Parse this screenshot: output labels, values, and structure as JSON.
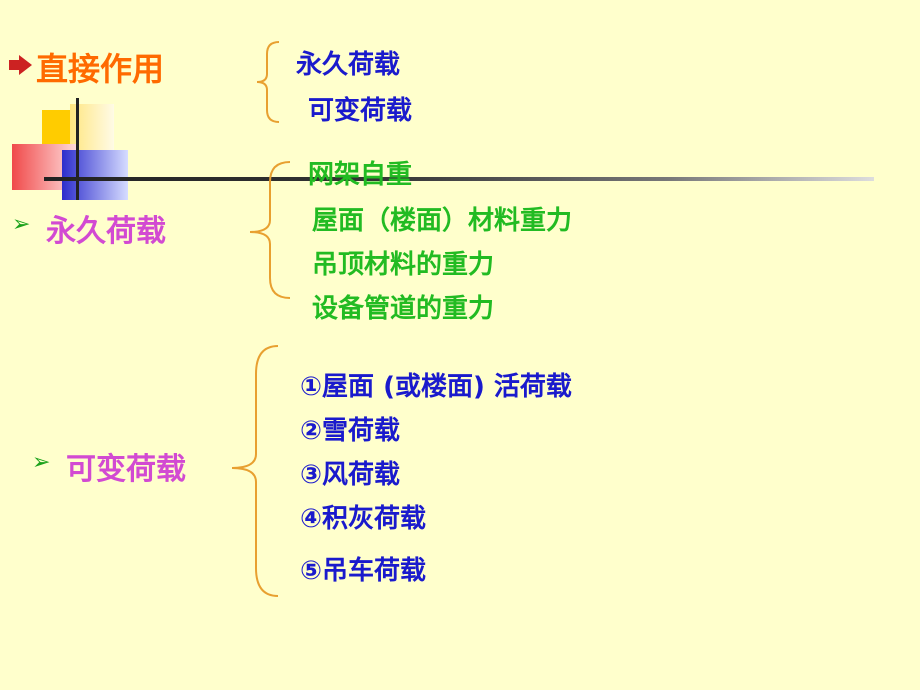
{
  "section1": {
    "heading": "直接作用",
    "items": [
      "永久荷载",
      "可变荷载"
    ]
  },
  "section2": {
    "heading": "永久荷载",
    "items": [
      "网架自重",
      "屋面（楼面）材料重力",
      "吊顶材料的重力",
      "设备管道的重力"
    ]
  },
  "section3": {
    "heading": "可变荷载",
    "items": [
      "①屋面 (或楼面) 活荷载",
      "②雪荷载",
      "③风荷载",
      "④积灰荷载",
      "⑤吊车荷载"
    ]
  },
  "bullet_glyph": "➢",
  "colors": {
    "background": "#ffffcc",
    "heading1": "#ff6a00",
    "heading2": "#d24ad2",
    "blue_items": "#1a1acc",
    "green_items": "#22bb22",
    "brace": "#e8a030"
  }
}
